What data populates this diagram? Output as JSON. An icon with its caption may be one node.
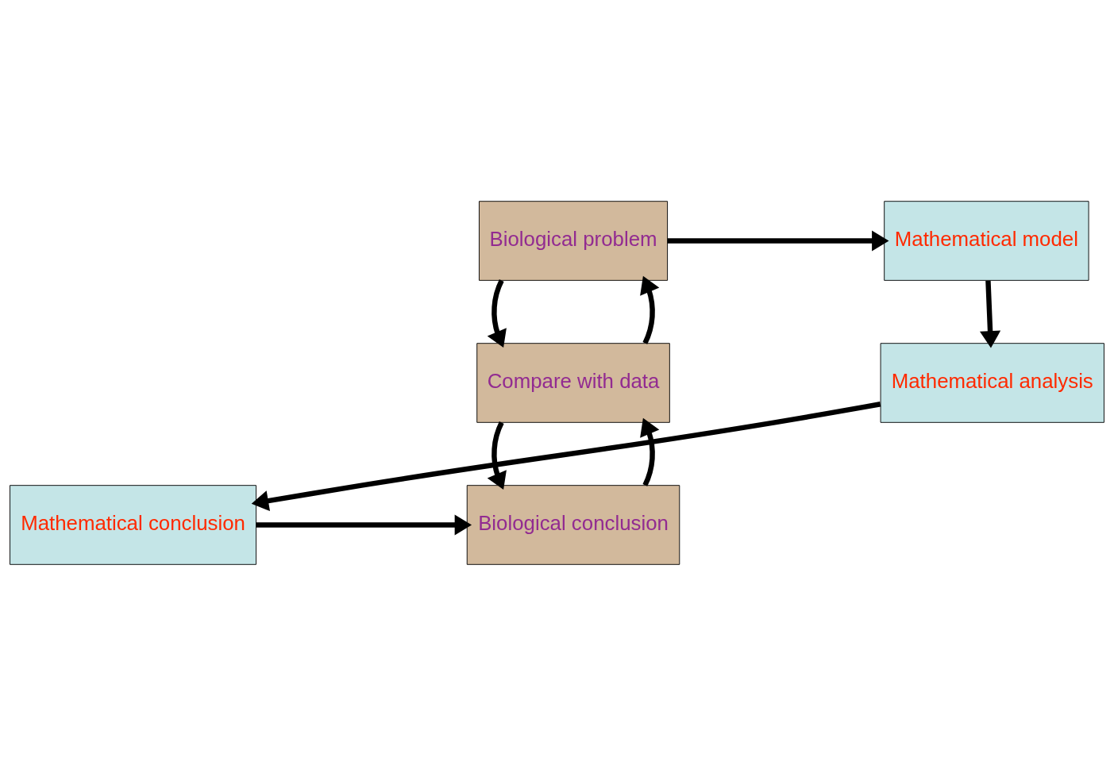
{
  "diagram": {
    "nodes": [
      {
        "text": [
          "Biological problem"
        ]
      },
      {
        "text": [
          "Mathematical model"
        ]
      },
      {
        "text": [
          "Compare with data"
        ]
      },
      {
        "text": [
          "Mathematical analysis"
        ]
      },
      {
        "text": [
          "Biological conclusion"
        ]
      },
      {
        "text": [
          "Mathematical conclusion"
        ]
      }
    ],
    "edges": [
      {
        "from": 0,
        "to": 1,
        "arrow": "to"
      },
      {
        "from": 0,
        "to": 2,
        "arrow": "to"
      },
      {
        "from": 2,
        "to": 0,
        "arrow": "to"
      },
      {
        "from": 1,
        "to": 3,
        "arrow": "to"
      },
      {
        "from": 2,
        "to": 4,
        "arrow": "to"
      },
      {
        "from": 4,
        "to": 2,
        "arrow": "to"
      },
      {
        "from": 3,
        "to": 5,
        "arrow": "to"
      },
      {
        "from": 5,
        "to": 4,
        "arrow": "to"
      }
    ]
  }
}
